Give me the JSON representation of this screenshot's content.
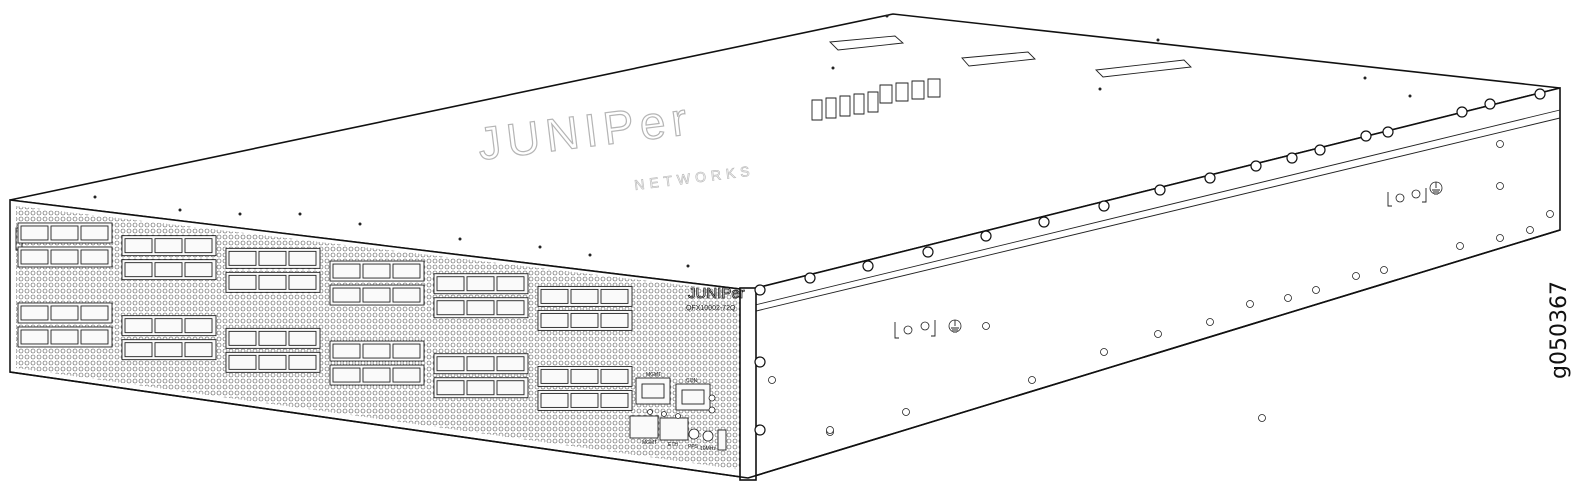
{
  "top_brand": "JUNIPer",
  "top_brand_sub": "NETWORKS",
  "front_brand": "JUNIPer",
  "model": "QFX10002-72Q",
  "figure_id": "g050367",
  "port_labels": {
    "mgmt": "MGMT",
    "con": "CON",
    "mgmt_bottom": "MGMT",
    "eth": "ETH",
    "pps": "PPS",
    "tod": "10MHz"
  }
}
